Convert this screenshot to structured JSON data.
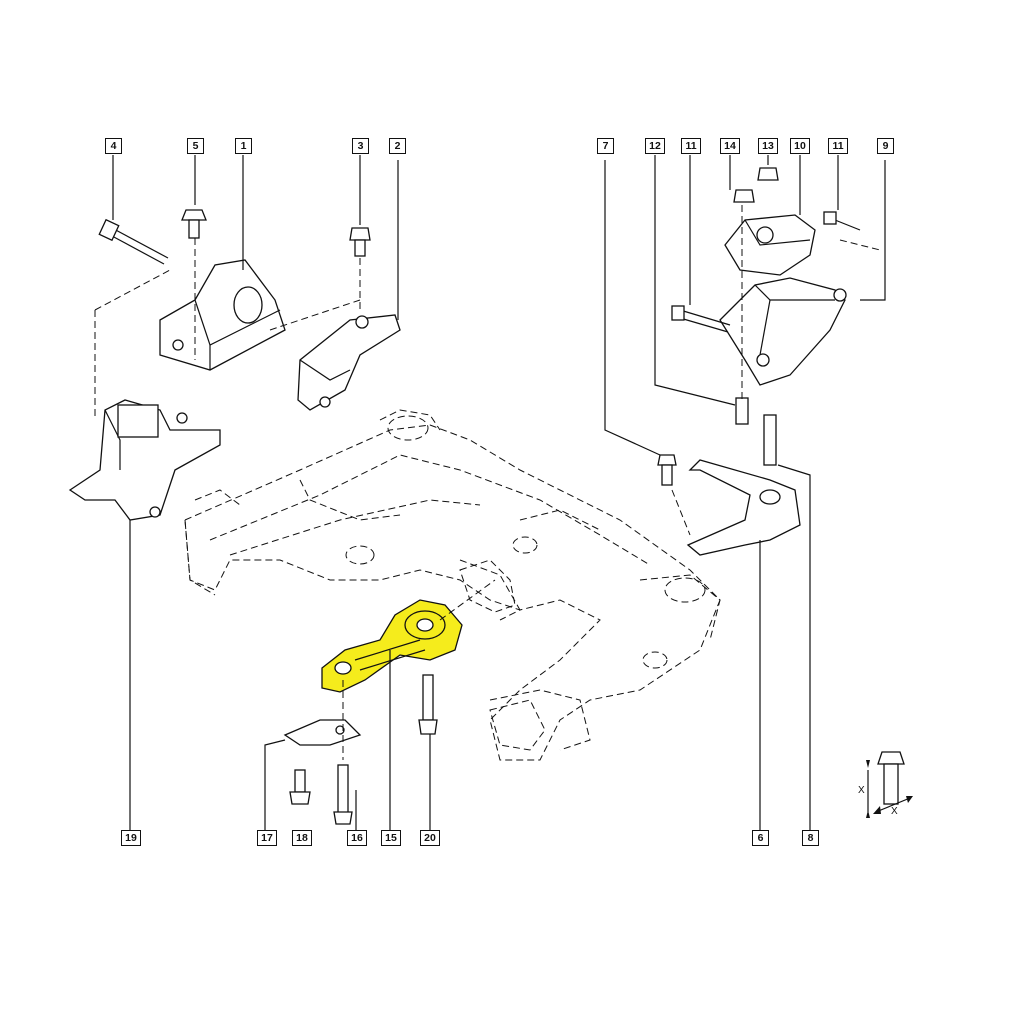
{
  "callouts": {
    "c1": "1",
    "c2": "2",
    "c3": "3",
    "c4": "4",
    "c5": "5",
    "c6": "6",
    "c7": "7",
    "c8": "8",
    "c9": "9",
    "c10": "10",
    "c11a": "11",
    "c11b": "11",
    "c12": "12",
    "c13": "13",
    "c14": "14",
    "c15": "15",
    "c16": "16",
    "c17": "17",
    "c18": "18",
    "c19": "19",
    "c20": "20"
  },
  "torque_symbol": {
    "label_vertical": "X",
    "label_horizontal": "X"
  },
  "colors": {
    "highlight": "#f5ec1c",
    "ink": "#111111",
    "background": "#ffffff"
  }
}
